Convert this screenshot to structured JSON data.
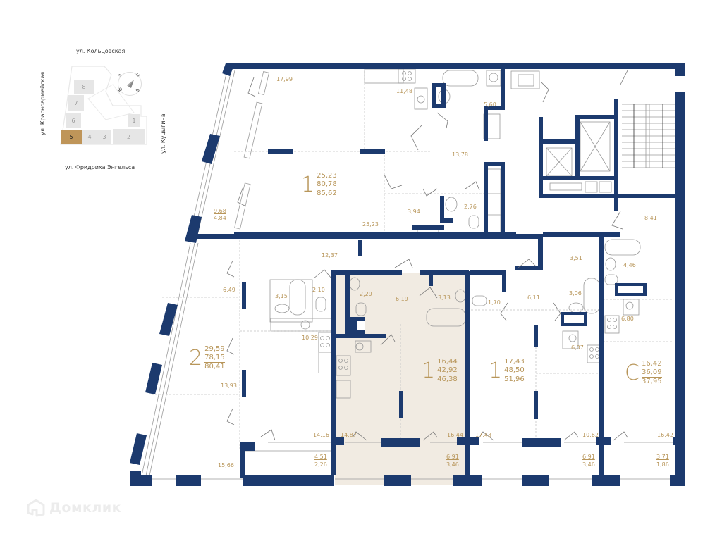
{
  "colors": {
    "wall": "#1c3a6e",
    "label": "#b8965a",
    "highlight_fill": "#f1ebe2",
    "fixture_stroke": "#9a9a9a",
    "minimap_block": "#e6e6e6",
    "minimap_selected": "#bf9559"
  },
  "minimap": {
    "streets": {
      "north": "ул. Кольцовская",
      "west": "ул. Красноармейская",
      "east": "ул. Куцыгина",
      "south": "ул. Фридриха Энгельса"
    },
    "compass": {
      "n": "С",
      "s": "Ю",
      "e": "В",
      "w": "З"
    },
    "sections": [
      "1",
      "2",
      "3",
      "4",
      "5",
      "6",
      "7",
      "8"
    ],
    "selected_section": "5"
  },
  "apartments": [
    {
      "id": "apt-top",
      "rooms": "1",
      "living": "25,23",
      "total": "80,78",
      "total_with_balcony": "85,62",
      "room_areas": [
        "17,99",
        "11,48",
        "5,60",
        "13,78",
        "3,94",
        "2,76",
        "25,23"
      ],
      "balcony": {
        "area": "9,68",
        "reduced": "4,84"
      }
    },
    {
      "id": "apt-left",
      "rooms": "2",
      "living": "29,59",
      "total": "78,15",
      "total_with_balcony": "80,41",
      "room_areas": [
        "12,37",
        "6,49",
        "3,15",
        "2,10",
        "10,29",
        "13,93",
        "14,16",
        "15,66"
      ],
      "balcony": {
        "area": "4,51",
        "reduced": "2,26"
      }
    },
    {
      "id": "apt-highlighted",
      "rooms": "1",
      "living": "16,44",
      "total": "42,92",
      "total_with_balcony": "46,38",
      "room_areas": [
        "2,29",
        "6,19",
        "3,13",
        "14,87",
        "16,44"
      ],
      "balcony": {
        "area": "6,91",
        "reduced": "3,46"
      }
    },
    {
      "id": "apt-mid-right",
      "rooms": "1",
      "living": "17,43",
      "total": "48,50",
      "total_with_balcony": "51,96",
      "room_areas": [
        "1,70",
        "6,11",
        "3,51",
        "3,06",
        "6,07",
        "17,43",
        "10,62"
      ],
      "balcony": {
        "area": "6,91",
        "reduced": "3,46"
      }
    },
    {
      "id": "apt-studio",
      "rooms": "С",
      "living": "16,42",
      "total": "36,09",
      "total_with_balcony": "37,95",
      "room_areas": [
        "8,41",
        "4,46",
        "6,80",
        "16,42"
      ],
      "balcony": {
        "area": "3,71",
        "reduced": "1,86"
      }
    }
  ],
  "watermark": "Домклик"
}
